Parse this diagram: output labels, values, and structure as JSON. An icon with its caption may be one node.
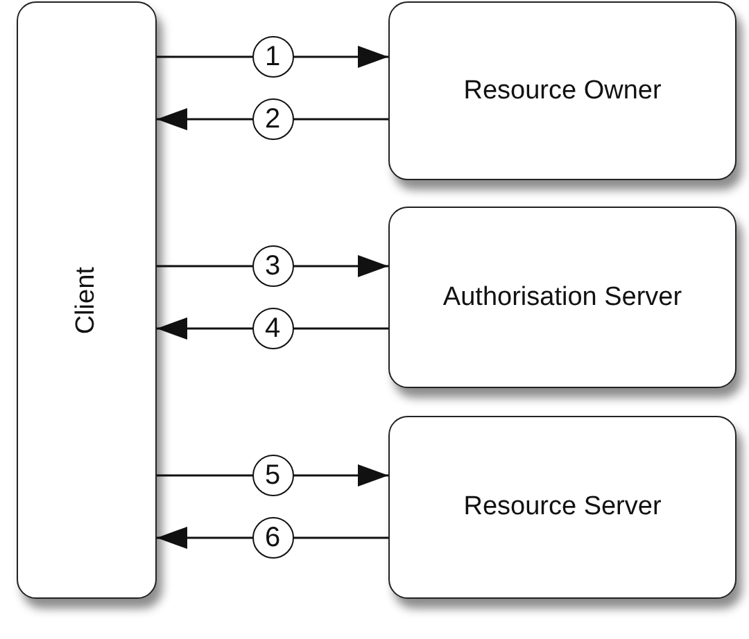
{
  "diagram": {
    "nodes": [
      {
        "text": [
          "Client"
        ]
      },
      {
        "text": [
          "Resource Owner"
        ]
      },
      {
        "text": [
          "Authorisation Server"
        ]
      },
      {
        "text": [
          "Resource Server"
        ]
      }
    ],
    "edges": [
      {
        "from": 0,
        "to": 1,
        "arrow": "to",
        "label": "1"
      },
      {
        "from": 1,
        "to": 0,
        "arrow": "to",
        "label": "2"
      },
      {
        "from": 0,
        "to": 2,
        "arrow": "to",
        "label": "3"
      },
      {
        "from": 2,
        "to": 0,
        "arrow": "to",
        "label": "4"
      },
      {
        "from": 0,
        "to": 3,
        "arrow": "to",
        "label": "5"
      },
      {
        "from": 3,
        "to": 0,
        "arrow": "to",
        "label": "6"
      }
    ]
  }
}
